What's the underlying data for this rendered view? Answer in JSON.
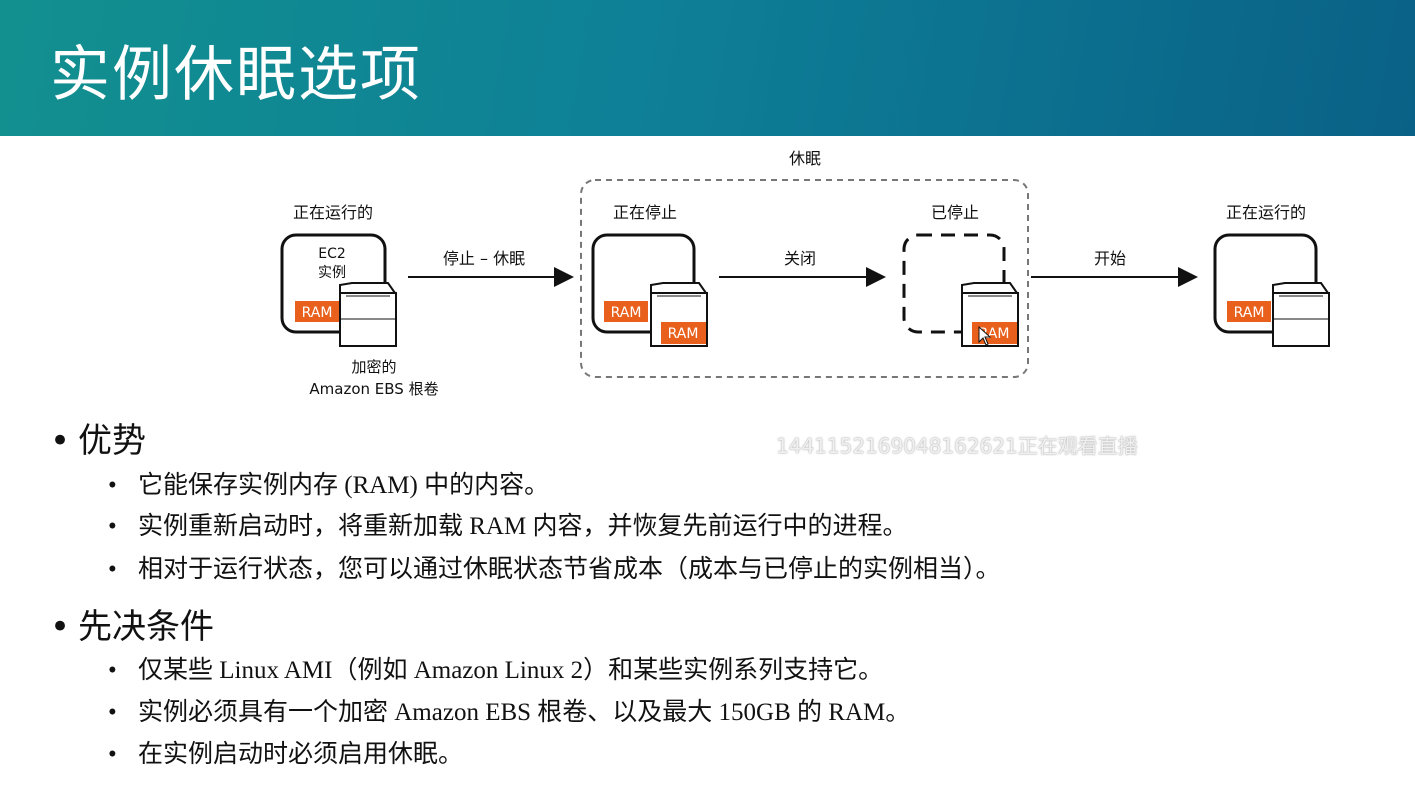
{
  "slide": {
    "title": "实例休眠选项"
  },
  "diagram": {
    "hibernate_group_label": "休眠",
    "states": {
      "running_left": "正在运行的",
      "stopping": "正在停止",
      "stopped": "已停止",
      "running_right": "正在运行的"
    },
    "instance_label_line1": "EC2",
    "instance_label_line2": "实例",
    "ram_label": "RAM",
    "ebs_label_line1": "加密的",
    "ebs_label_line2": "Amazon EBS 根卷",
    "transitions": {
      "stop_hibernate": "停止 – 休眠",
      "shutdown": "关闭",
      "start": "开始"
    },
    "colors": {
      "ram": "#e8601c",
      "border": "#111111",
      "dashed": "#777777"
    }
  },
  "sections": [
    {
      "heading": "优势",
      "items": [
        "它能保存实例内存 (RAM) 中的内容。",
        "实例重新启动时，将重新加载 RAM 内容，并恢复先前运行中的进程。",
        "相对于运行状态，您可以通过休眠状态节省成本（成本与已停止的实例相当）。"
      ]
    },
    {
      "heading": "先决条件",
      "items": [
        "仅某些 Linux AMI（例如 Amazon Linux 2）和某些实例系列支持它。",
        "实例必须具有一个加密 Amazon EBS 根卷、以及最大 150GB 的 RAM。",
        "在实例启动时必须启用休眠。"
      ]
    }
  ],
  "watermark": "1441152169048162621正在观看直播"
}
